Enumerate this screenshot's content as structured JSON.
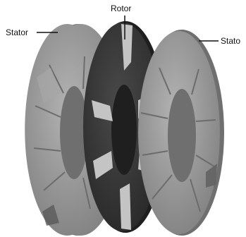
{
  "labels": {
    "stator_left": "Stator",
    "rotor": "Rotor",
    "stator_right": "Stato"
  },
  "colors": {
    "stator_face": "#9a9a9a",
    "stator_edge": "#6f6f6f",
    "rotor_dark": "#2f2f2f",
    "rotor_light": "#bdbdbd",
    "background": "#ffffff"
  }
}
